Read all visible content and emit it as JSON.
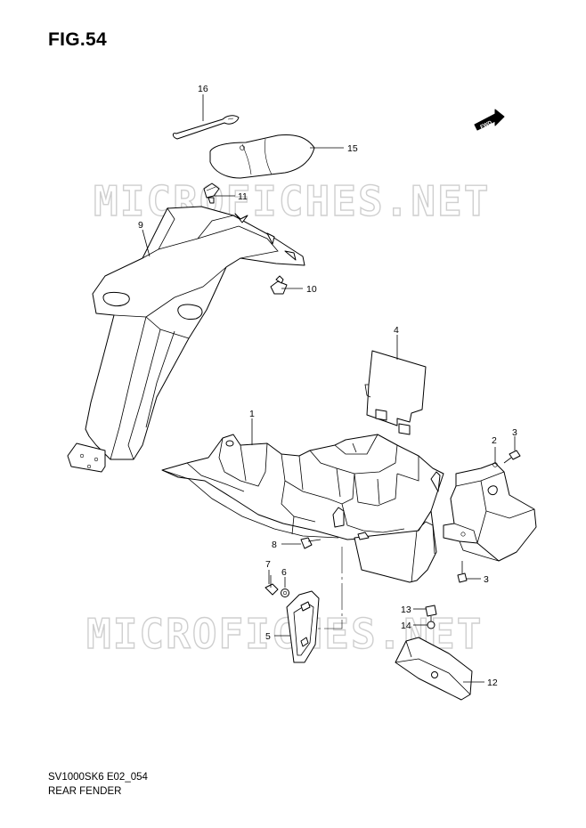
{
  "figure": {
    "title": "FIG.54",
    "code": "SV1000SK6 E02_054",
    "caption": "REAR FENDER"
  },
  "watermark": {
    "text": "MICROFICHES.NET"
  },
  "fwd_badge": {
    "text": "FWD"
  },
  "callouts": [
    {
      "id": "c16",
      "label": "16"
    },
    {
      "id": "c15",
      "label": "15"
    },
    {
      "id": "c11",
      "label": "11"
    },
    {
      "id": "c9",
      "label": "9"
    },
    {
      "id": "c10",
      "label": "10"
    },
    {
      "id": "c4",
      "label": "4"
    },
    {
      "id": "c1",
      "label": "1"
    },
    {
      "id": "c2",
      "label": "2"
    },
    {
      "id": "c3a",
      "label": "3"
    },
    {
      "id": "c3b",
      "label": "3"
    },
    {
      "id": "c8",
      "label": "8"
    },
    {
      "id": "c7",
      "label": "7"
    },
    {
      "id": "c6",
      "label": "6"
    },
    {
      "id": "c5",
      "label": "5"
    },
    {
      "id": "c13",
      "label": "13"
    },
    {
      "id": "c14",
      "label": "14"
    },
    {
      "id": "c12",
      "label": "12"
    }
  ]
}
